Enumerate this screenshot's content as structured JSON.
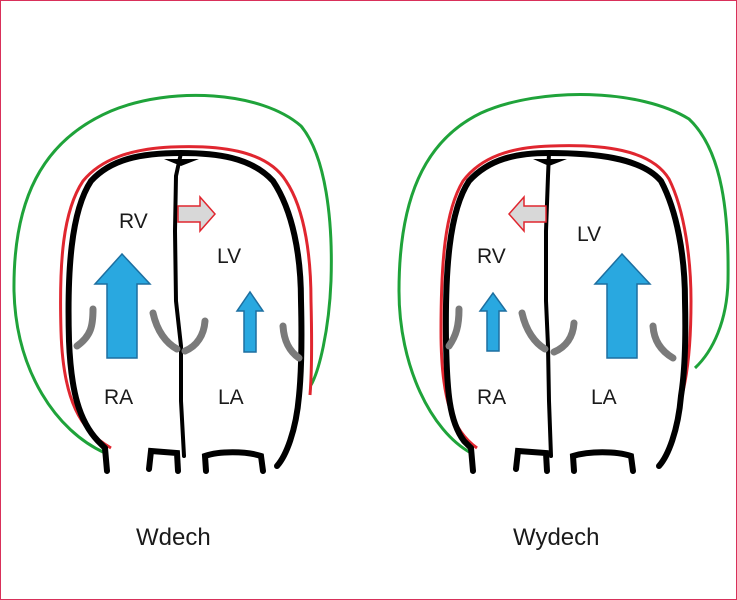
{
  "panels": [
    {
      "caption": "Wdech",
      "labels": {
        "rv": "RV",
        "lv": "LV",
        "ra": "RA",
        "la": "LA"
      },
      "septal_shift": "right",
      "flow": {
        "right_heart": "large",
        "left_heart": "small"
      }
    },
    {
      "caption": "Wydech",
      "labels": {
        "rv": "RV",
        "lv": "LV",
        "ra": "RA",
        "la": "LA"
      },
      "septal_shift": "left",
      "flow": {
        "right_heart": "small",
        "left_heart": "large"
      }
    }
  ],
  "colors": {
    "pericardium_outer": "#1fa33a",
    "pericardium_inner": "#e0262f",
    "myocardium": "#000000",
    "valves": "#7a7a7a",
    "flow_arrow": "#29a8e0",
    "septal_arrow_fill": "#d8d8d8",
    "septal_arrow_stroke": "#e0262f",
    "frame": "#d9305a"
  }
}
